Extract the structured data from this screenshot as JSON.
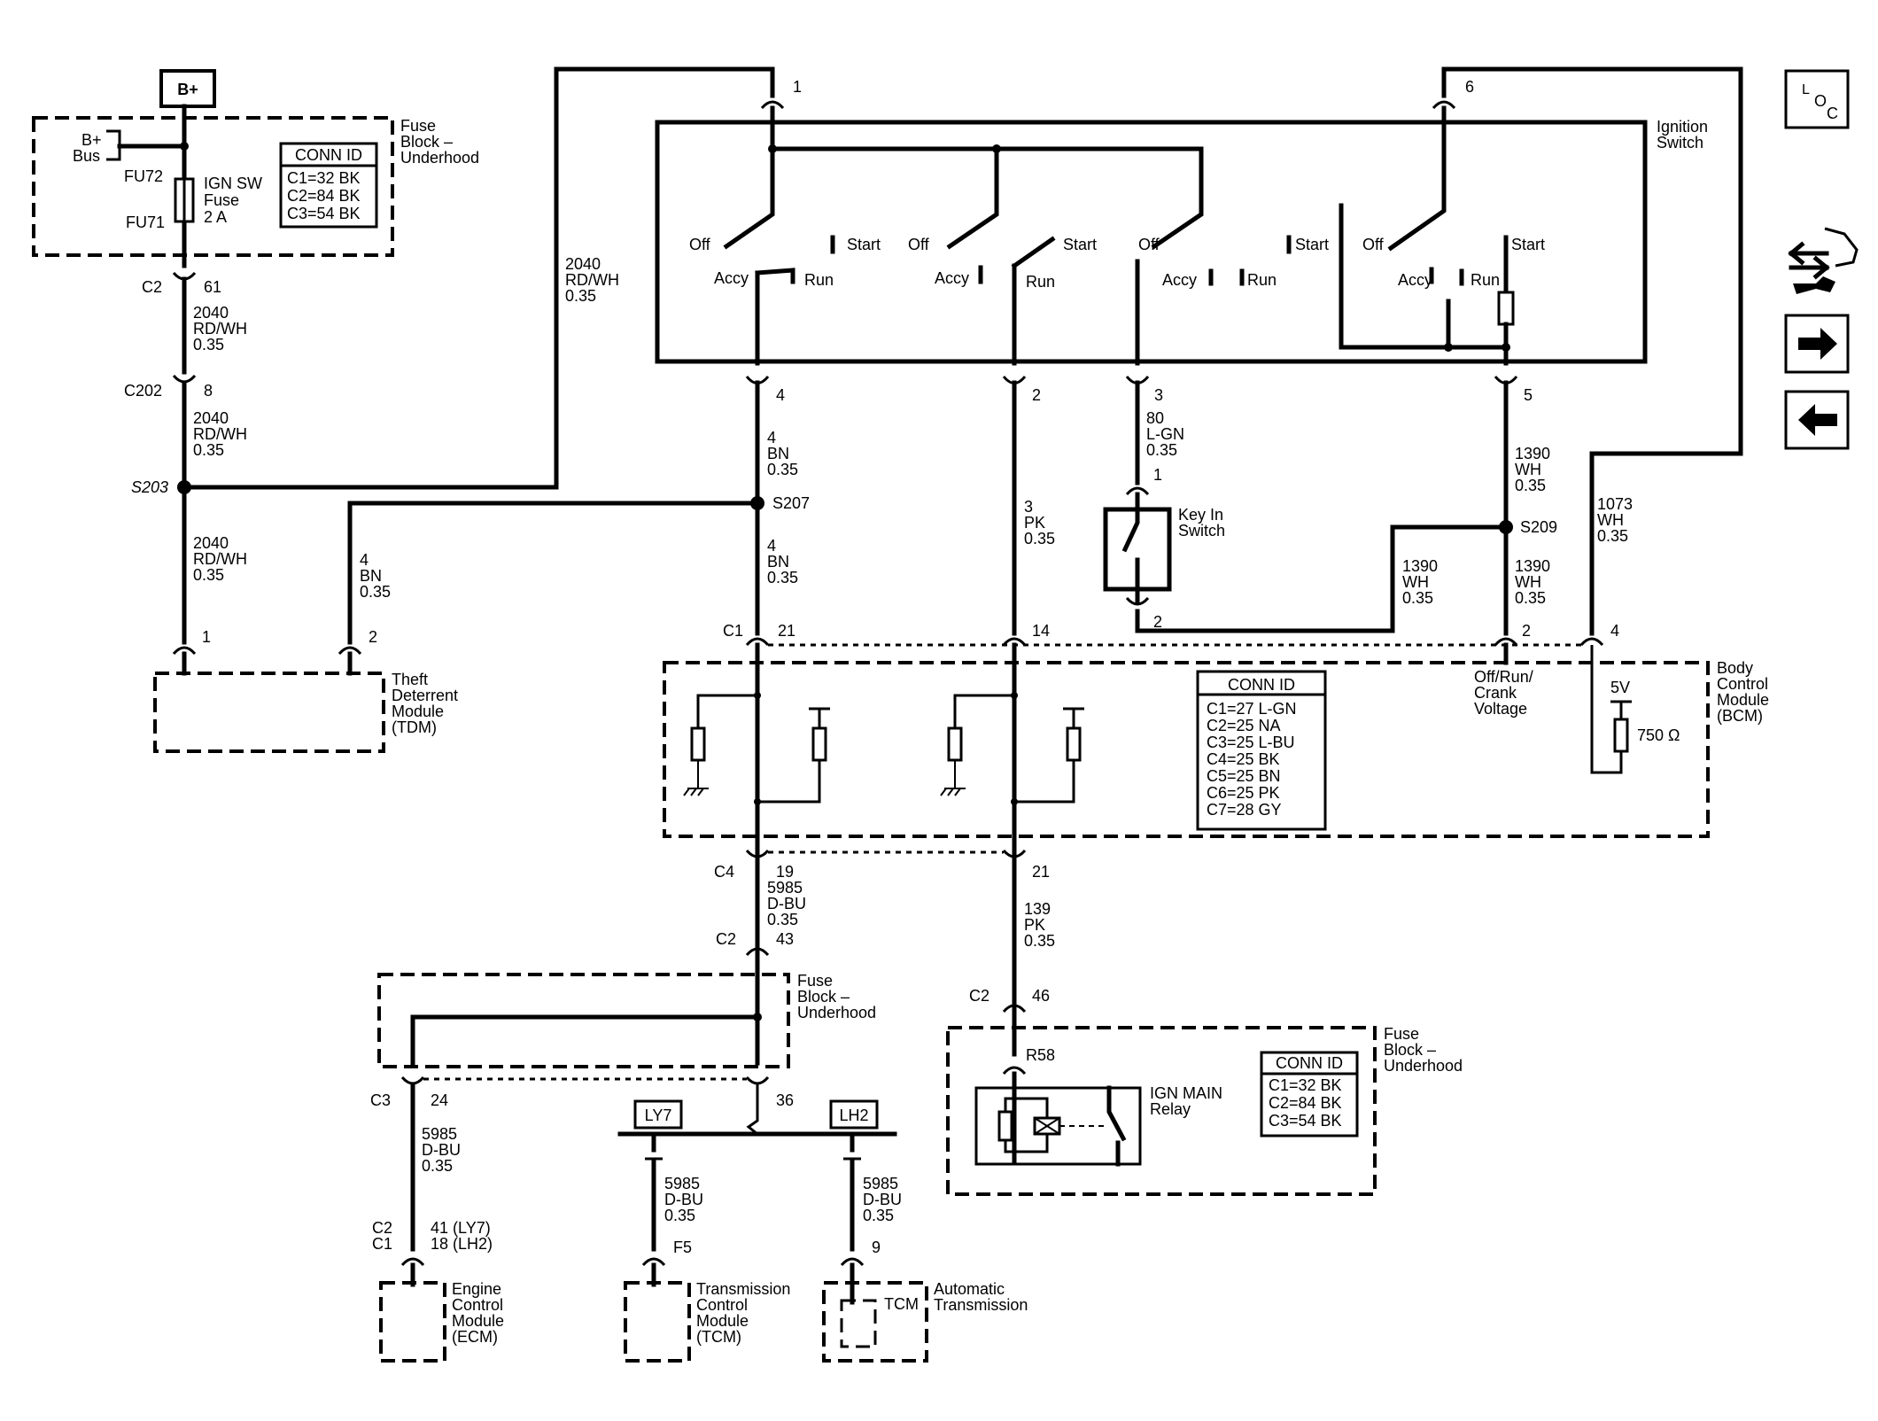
{
  "bplus": "B+",
  "fuse_top": {
    "title": [
      "Fuse",
      "Block –",
      "Underhood"
    ],
    "bus": [
      "B+",
      "Bus"
    ],
    "fu72": "FU72",
    "fu71": "FU71",
    "fuse": [
      "IGN SW",
      "Fuse",
      "2 A"
    ],
    "conn_title": "CONN ID",
    "conn": [
      "C1=32 BK",
      "C2=84 BK",
      "C3=54 BK"
    ]
  },
  "left_wire": {
    "c2": "C2",
    "c2_pin": "61",
    "seg1": [
      "2040",
      "RD/WH",
      "0.35"
    ],
    "c202": "C202",
    "c202_pin": "8",
    "seg2": [
      "2040",
      "RD/WH",
      "0.35"
    ],
    "s203": "S203",
    "seg3": [
      "2040",
      "RD/WH",
      "0.35"
    ],
    "top_run": [
      "2040",
      "RD/WH",
      "0.35"
    ]
  },
  "tdm": {
    "pin1": "1",
    "pin2": "2",
    "wire": [
      "4",
      "BN",
      "0.35"
    ],
    "label": [
      "Theft",
      "Deterrent",
      "Module",
      "(TDM)"
    ]
  },
  "ign": {
    "title": [
      "Ignition",
      "Switch"
    ],
    "pin1": "1",
    "pin6": "6",
    "sw": [
      {
        "off": "Off",
        "accy": "Accy",
        "run": "Run",
        "start": "Start"
      },
      {
        "off": "Off",
        "accy": "Accy",
        "run": "Run",
        "start": "Start"
      },
      {
        "off": "Off",
        "accy": "Accy",
        "run": "Run",
        "start": "Start"
      },
      {
        "off": "Off",
        "accy": "Accy",
        "run": "Run",
        "start": "Start"
      }
    ],
    "pins_bottom": [
      "4",
      "2",
      "3",
      "5"
    ]
  },
  "wires": {
    "w4a": [
      "4",
      "BN",
      "0.35"
    ],
    "s207": "S207",
    "w4b": [
      "4",
      "BN",
      "0.35"
    ],
    "w3": [
      "3",
      "PK",
      "0.35"
    ],
    "w80": [
      "80",
      "L-GN",
      "0.35"
    ],
    "w1390a": [
      "1390",
      "WH",
      "0.35"
    ],
    "s209": "S209",
    "w1390b": [
      "1390",
      "WH",
      "0.35"
    ],
    "w1390c": [
      "1390",
      "WH",
      "0.35"
    ],
    "w1073": [
      "1073",
      "WH",
      "0.35"
    ]
  },
  "keyin": {
    "label": [
      "Key In",
      "Switch"
    ],
    "pin1": "1",
    "pin2": "2"
  },
  "bcm": {
    "c1": "C1",
    "pins_top": [
      "21",
      "14",
      "2",
      "4"
    ],
    "label": [
      "Body",
      "Control",
      "Module",
      "(BCM)"
    ],
    "input_label": [
      "Off/Run/",
      "Crank",
      "Voltage"
    ],
    "v5": "5V",
    "res": "750 Ω",
    "conn_title": "CONN ID",
    "conn": [
      "C1=27 L-GN",
      "C2=25 NA",
      "C3=25 L-BU",
      "C4=25 BK",
      "C5=25 BN",
      "C6=25 PK",
      "C7=28 GY"
    ],
    "c4": "C4",
    "pins_bottom": [
      "19",
      "21"
    ]
  },
  "lower": {
    "w5985a": [
      "5985",
      "D-BU",
      "0.35"
    ],
    "c2": "C2",
    "c2_pin": "43",
    "w139": [
      "139",
      "PK",
      "0.35"
    ],
    "c2b": "C2",
    "c2b_pin": "46",
    "fuse_mid_label": [
      "Fuse",
      "Block –",
      "Underhood"
    ],
    "c3": "C3",
    "c3_pin": "24",
    "pin36": "36",
    "w5985b": [
      "5985",
      "D-BU",
      "0.35"
    ],
    "ly7": "LY7",
    "lh2": "LH2",
    "w5985c": [
      "5985",
      "D-BU",
      "0.35"
    ],
    "w5985d": [
      "5985",
      "D-BU",
      "0.35"
    ],
    "ecm_conn": [
      "C2",
      "C1"
    ],
    "ecm_pins": [
      "41 (LY7)",
      "18 (LH2)"
    ],
    "pin_f5": "F5",
    "pin9": "9",
    "ecm": [
      "Engine",
      "Control",
      "Module",
      "(ECM)"
    ],
    "tcm": [
      "Transmission",
      "Control",
      "Module",
      "(TCM)"
    ],
    "auto_tcm": "TCM",
    "auto": [
      "Automatic",
      "Transmission"
    ]
  },
  "relay": {
    "r58": "R58",
    "label": [
      "IGN MAIN",
      "Relay"
    ],
    "fuse_label": [
      "Fuse",
      "Block –",
      "Underhood"
    ],
    "conn_title": "CONN ID",
    "conn": [
      "C1=32 BK",
      "C2=84 BK",
      "C3=54 BK"
    ]
  },
  "loc": [
    "L",
    "O",
    "C"
  ]
}
